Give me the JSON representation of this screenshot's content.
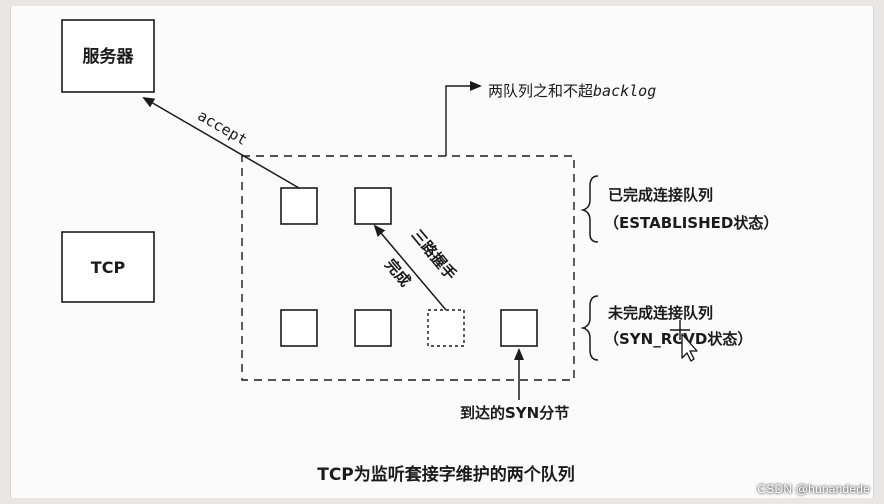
{
  "diagram": {
    "server_label": "服务器",
    "tcp_label": "TCP",
    "accept_label": "accept",
    "backlog_prefix": "两队列之和不超",
    "backlog_keyword": "backlog",
    "completed_queue_title": "已完成连接队列",
    "completed_queue_state": "（ESTABLISHED状态）",
    "incomplete_queue_title": "未完成连接队列",
    "incomplete_queue_state": "（SYN_RCVD状态）",
    "handshake_label": "三路握手",
    "complete_label": "完成",
    "arriving_syn_label": "到达的SYN分节",
    "caption": "TCP为监听套接字维护的两个队列"
  },
  "watermark": "CSDN @hunandede",
  "colors": {
    "ink": "#1b1b1b",
    "paper": "#fbfbfb",
    "background": "#e9e6e4"
  }
}
